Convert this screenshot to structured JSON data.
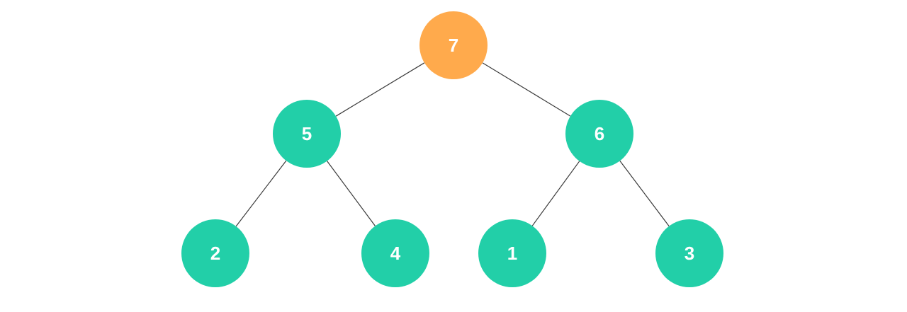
{
  "tree": {
    "root_color": "#FFAA4C",
    "node_color": "#22CFA8",
    "label_color": "#ffffff",
    "nodes": [
      {
        "id": "n7",
        "label": "7",
        "highlight": true
      },
      {
        "id": "n5",
        "label": "5",
        "highlight": false
      },
      {
        "id": "n6",
        "label": "6",
        "highlight": false
      },
      {
        "id": "n2",
        "label": "2",
        "highlight": false
      },
      {
        "id": "n4",
        "label": "4",
        "highlight": false
      },
      {
        "id": "n1",
        "label": "1",
        "highlight": false
      },
      {
        "id": "n3",
        "label": "3",
        "highlight": false
      }
    ],
    "edges": [
      {
        "from": "n7",
        "to": "n5"
      },
      {
        "from": "n7",
        "to": "n6"
      },
      {
        "from": "n5",
        "to": "n2"
      },
      {
        "from": "n5",
        "to": "n4"
      },
      {
        "from": "n6",
        "to": "n1"
      },
      {
        "from": "n6",
        "to": "n3"
      }
    ]
  }
}
